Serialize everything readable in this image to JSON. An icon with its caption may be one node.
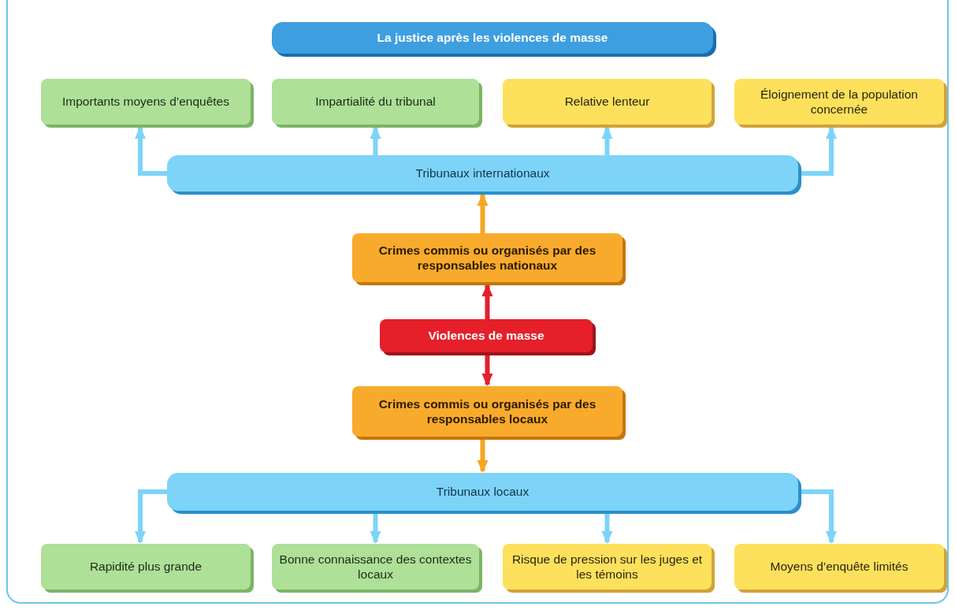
{
  "diagram": {
    "title": "La justice après les violences de masse",
    "nodes": [
      {
        "text": [
          "Importants moyens d’enquêtes"
        ]
      },
      {
        "text": [
          "Impartialité du tribunal"
        ]
      },
      {
        "text": [
          "Relative lenteur"
        ]
      },
      {
        "text": [
          "Éloignement de la population concernée"
        ]
      },
      {
        "text": [
          "Tribunaux internationaux"
        ]
      },
      {
        "text": [
          "Crimes commis ou organisés par des responsables nationaux"
        ]
      },
      {
        "text": [
          "Violences de masse"
        ]
      },
      {
        "text": [
          "Crimes commis ou organisés par des responsables locaux"
        ]
      },
      {
        "text": [
          "Tribunaux locaux"
        ]
      },
      {
        "text": [
          "Rapidité plus grande"
        ]
      },
      {
        "text": [
          "Bonne connaissance des contextes locaux"
        ]
      },
      {
        "text": [
          "Risque de pression sur les juges et les témoins"
        ]
      },
      {
        "text": [
          "Moyens d’enquête limités"
        ]
      }
    ],
    "edges": [
      {
        "from": 4,
        "to": 0,
        "arrow": "to"
      },
      {
        "from": 4,
        "to": 1,
        "arrow": "to"
      },
      {
        "from": 4,
        "to": 2,
        "arrow": "to"
      },
      {
        "from": 4,
        "to": 3,
        "arrow": "to"
      },
      {
        "from": 5,
        "to": 4,
        "arrow": "to",
        "color": "#f5a623"
      },
      {
        "from": 6,
        "to": 5,
        "arrow": "to",
        "color": "#e3202b"
      },
      {
        "from": 6,
        "to": 7,
        "arrow": "to",
        "color": "#e3202b"
      },
      {
        "from": 7,
        "to": 8,
        "arrow": "to",
        "color": "#f5a623"
      },
      {
        "from": 8,
        "to": 9,
        "arrow": "to"
      },
      {
        "from": 8,
        "to": 10,
        "arrow": "to"
      },
      {
        "from": 8,
        "to": 11,
        "arrow": "to"
      },
      {
        "from": 8,
        "to": 12,
        "arrow": "to"
      }
    ]
  }
}
